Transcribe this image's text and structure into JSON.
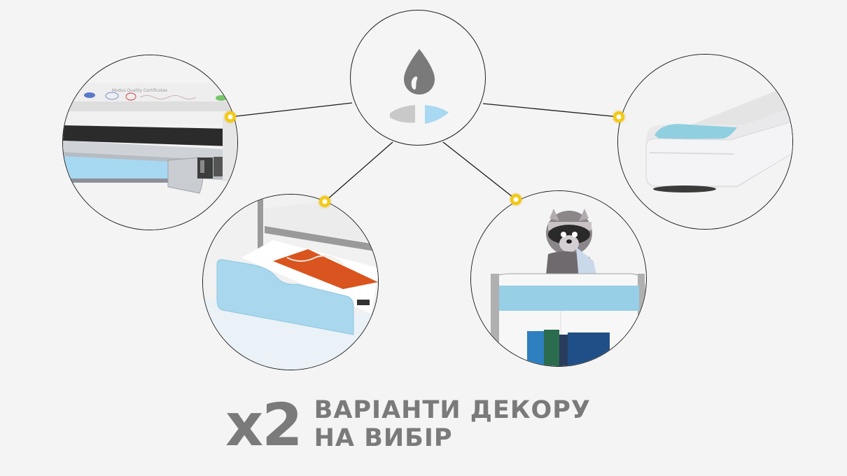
{
  "caption": {
    "multiplier": "x2",
    "line1": "ВАРІАНТИ ДЕКОРУ",
    "line2": "НА ВИБІР"
  },
  "center_badge": {
    "icon": "water-drop-icon",
    "swatches": [
      {
        "name": "grey",
        "color": "#c9c9c9"
      },
      {
        "name": "blue",
        "color": "#a9d8f2"
      }
    ]
  },
  "details": [
    {
      "id": "lamp-rail",
      "label": "Desk top with blue lamp rail"
    },
    {
      "id": "drawer",
      "label": "Blue-front drawer with book"
    },
    {
      "id": "shelf",
      "label": "Shelf with blue rail, plush raccoon and books"
    },
    {
      "id": "leg-foot",
      "label": "Desk foot with blue insert"
    }
  ],
  "colors": {
    "background": "#f4f4f4",
    "accent_blue": "#a9d8f2",
    "accent_grey": "#c9c9c9",
    "marker_yellow": "#f2c917",
    "text": "#7a7a7a"
  }
}
